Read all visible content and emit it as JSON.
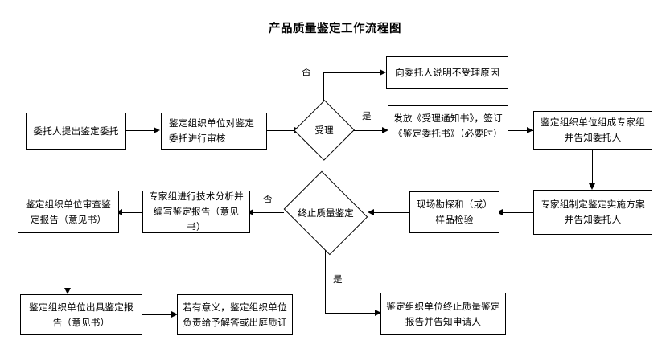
{
  "title": "产品质量鉴定工作流程图",
  "nodes": {
    "n1": "委托人提出鉴定委托",
    "n2": "鉴定组织单位对鉴定委托进行审核",
    "d1": "受理",
    "n3": "向委托人说明不受理原因",
    "n4": "发放《受理通知书》，签订《鉴定委托书》（必要时）",
    "n5": "鉴定组织单位组成专家组并告知委托人",
    "n6": "专家组制定鉴定实施方案并告知委托人",
    "n7": "现场勘探和（或）样品检验",
    "d2": "终止质量鉴定",
    "n8": "专家组进行技术分析并编写鉴定报告（意见书）",
    "n9": "鉴定组织单位审查鉴定报告（意见书）",
    "n10": "鉴定组织单位出具鉴定报告（意见书）",
    "n11": "若有意义，鉴定组织单位负责给予解答或出庭质证",
    "n12": "鉴定组织单位终止质量鉴定报告并告知申请人"
  },
  "edge_labels": {
    "no_accept": "否",
    "yes_accept": "是",
    "no_terminate": "否",
    "yes_terminate": "是"
  },
  "colors": {
    "stroke": "#000000",
    "fill": "#ffffff",
    "text": "#000000"
  }
}
